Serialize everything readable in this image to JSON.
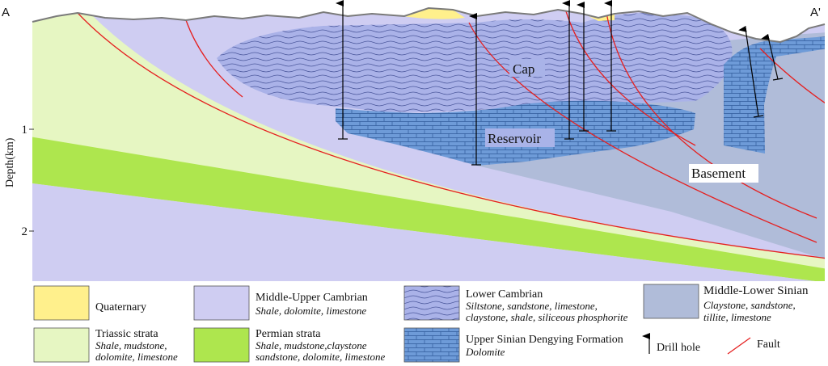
{
  "section": {
    "endpoint_left": "A",
    "endpoint_right": "A'",
    "y_axis_label": "Depth(km)",
    "y_ticks": [
      "1",
      "2"
    ],
    "annotations": {
      "cap": "Cap",
      "reservoir": "Reservoir",
      "basement": "Basement"
    }
  },
  "legend": {
    "quaternary": {
      "title": "Quaternary",
      "color": "#fff08c"
    },
    "middle_upper_cambrian": {
      "title": "Middle-Upper Cambrian",
      "sub1": "Shale, dolomite, limestone",
      "color": "#cfcdf2"
    },
    "lower_cambrian": {
      "title": "Lower Cambrian",
      "sub1": "Siltstone, sandstone, limestone,",
      "sub2": "claystone, shale, siliceous phosphorite",
      "color": "#a9b3e8"
    },
    "middle_lower_sinian": {
      "title": "Middle-Lower Sinian",
      "sub1": "Claystone, sandstone,",
      "sub2": "tillite, limestone",
      "color": "#b0bcd9"
    },
    "triassic": {
      "title": "Triassic strata",
      "sub1": "Shale, mudstone,",
      "sub2": "dolomite, limestone",
      "color": "#e6f6c2"
    },
    "permian": {
      "title": "Permian strata",
      "sub1": "Shale, mudstone,claystone",
      "sub2": "sandstone, dolomite, limestone",
      "color": "#aee64e"
    },
    "dengying": {
      "title": "Upper Sinian Dengying Formation",
      "sub1": "Dolomite",
      "color": "#6b98d6"
    },
    "drill_hole": {
      "title": "Drill hole"
    },
    "fault": {
      "title": "Fault",
      "color": "#e52020"
    }
  }
}
